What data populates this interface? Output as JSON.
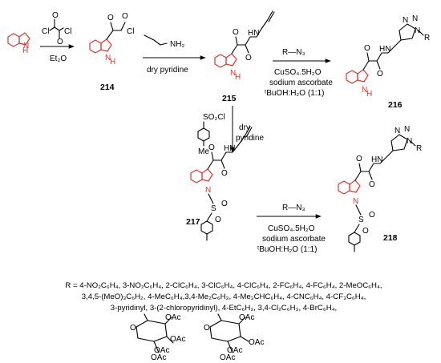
{
  "reagents": {
    "step1": "Et₂O",
    "step2": "dry pyridine",
    "nh2": "NH₂",
    "step3_azide": "R—N₃",
    "step3_cu": "CuSO₄.5H₂O",
    "step3_asc": "sodium ascorbate",
    "step3_solv": "ᵗBuOH:H₂O (1:1)",
    "step4_a": "dry",
    "step4_b": "pyridine",
    "tscl": "SO₂Cl",
    "me": "Me",
    "step5_azide": "R—N₃",
    "step5_cu": "CuSO₄.5H₂O",
    "step5_asc": "sodium ascorbate",
    "step5_solv": "ᵗBuOH:H₂O (1:1)"
  },
  "compounds": {
    "c214": "214",
    "c215": "215",
    "c216": "216",
    "c217": "217",
    "c218": "218"
  },
  "atoms": {
    "cl": "Cl",
    "o": "O",
    "n": "N",
    "h": "H",
    "nh": "HN",
    "r": "R",
    "s": "S",
    "oac": "OAc"
  },
  "r_definition": {
    "line1": "R = 4-NO₂C₆H₄, 3-NO₂C₆H₄, 2-ClC₆H₄, 3-ClC₆H₄, 4-ClC₆H₄, 2-FC₆H₄, 4-FC₆H₄, 2-MeOC₆H₄,",
    "line2": "3,4,5-(MeO)₃C₆H₂, 4-MeC₆H₄,3,4-Me₂C₆H₃, 4-Me₃CHC₆H₄, 4-CNC₆H₄, 4-CF₃C₆H₄,",
    "line3": "3-pyridinyl, 3-(2-chloropyridinyl), 4-EtC₆H₃, 3,4-Cl₂C₆H₃, 4-BrC₆H₄,"
  },
  "colors": {
    "indole_highlight": "#e8322d",
    "ink": "#000000"
  }
}
